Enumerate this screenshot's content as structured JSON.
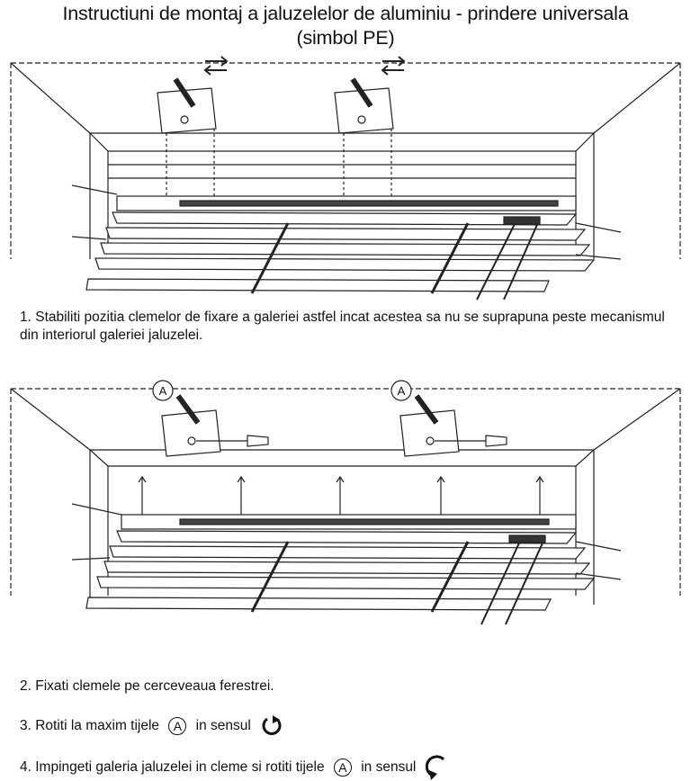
{
  "title_line1": "Instructiuni de montaj a jaluzelelor de aluminiu - prindere universala",
  "title_line2": "(simbol PE)",
  "steps": {
    "step1": "1. Stabiliti pozitia clemelor de fixare a galeriei astfel incat acestea sa nu se suprapuna peste mecanismul din interiorul galeriei jaluzelei.",
    "step2": "2. Fixati clemele pe cerceveaua ferestrei.",
    "step3_pre": "3. Rotiti la maxim tijele",
    "step3_post": "in sensul",
    "step4_pre": "4. Impingeti galeria jaluzelei in cleme si rotiti tijele",
    "step4_post": "in sensul"
  },
  "markers": {
    "rod_label": "A"
  },
  "icons": {
    "fig1": "blind-mounting-diagram-step1",
    "fig2": "blind-mounting-diagram-step2",
    "rotate_cw": "rotate-clockwise-icon",
    "rotate_ccw": "rotate-counterclockwise-icon"
  }
}
